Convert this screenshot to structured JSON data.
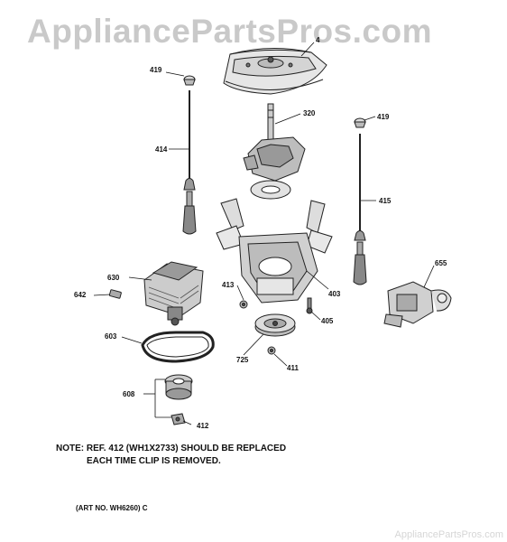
{
  "watermark": "AppliancePartsPros.com",
  "watermark_bottom": "AppliancePartsPros.com",
  "callouts": {
    "p4xx": "4",
    "p419a": "419",
    "p419b": "419",
    "p320": "320",
    "p414": "414",
    "p415": "415",
    "p630": "630",
    "p642": "642",
    "p413": "413",
    "p403": "403",
    "p655": "655",
    "p405": "405",
    "p603": "603",
    "p725": "725",
    "p411": "411",
    "p608": "608",
    "p412": "412"
  },
  "note": {
    "line1": "NOTE: REF. 412 (WH1X2733) SHOULD BE REPLACED",
    "line2": "EACH TIME CLIP IS REMOVED."
  },
  "art_no": "(ART NO. WH6260) C"
}
